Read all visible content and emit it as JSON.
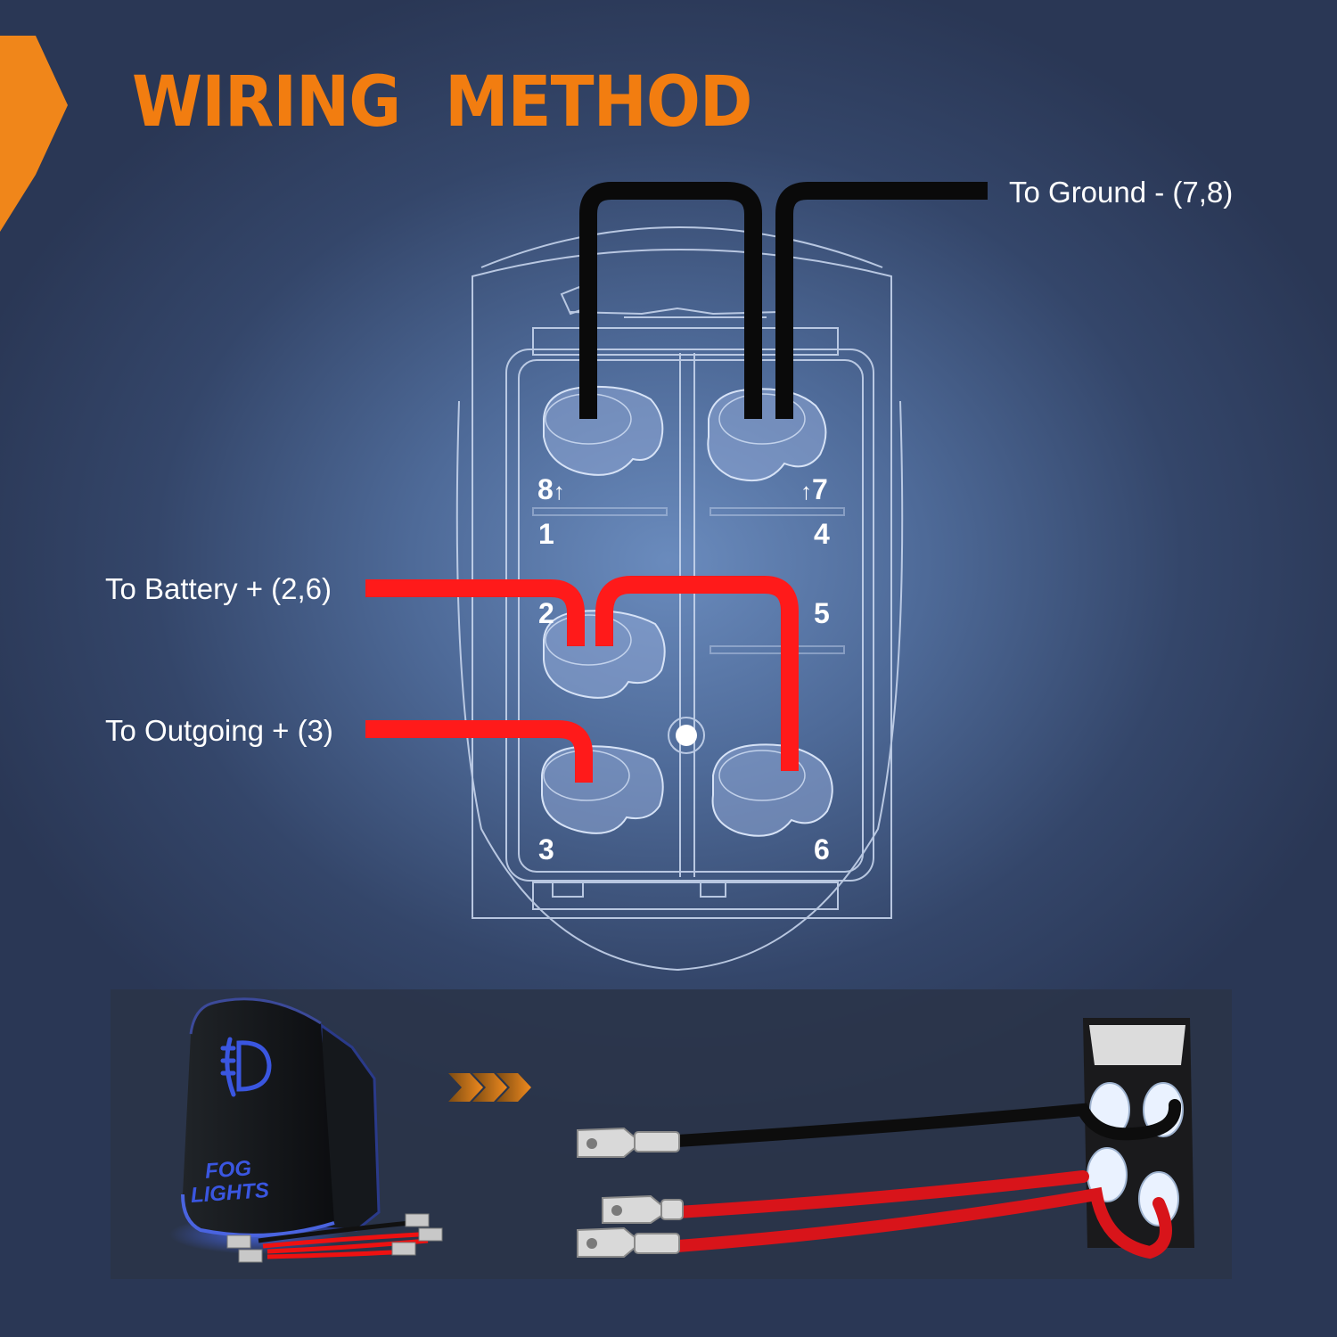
{
  "title": "WIRING METHOD",
  "labels": {
    "ground": "To Ground - (7,8)",
    "battery": "To Battery + (2,6)",
    "outgoing": "To Outgoing + (3)"
  },
  "pins": [
    "8",
    "7",
    "1",
    "4",
    "2",
    "5",
    "3",
    "6"
  ],
  "switch_face": {
    "line1": "FOG",
    "line2": "LIGHTS",
    "icon": "fog-light-icon"
  },
  "colors": {
    "accent": "#f27d10",
    "ground_wire": "#0a0a0a",
    "positive_wire": "#ff1a1a",
    "switch_led": "#3a56e0"
  }
}
